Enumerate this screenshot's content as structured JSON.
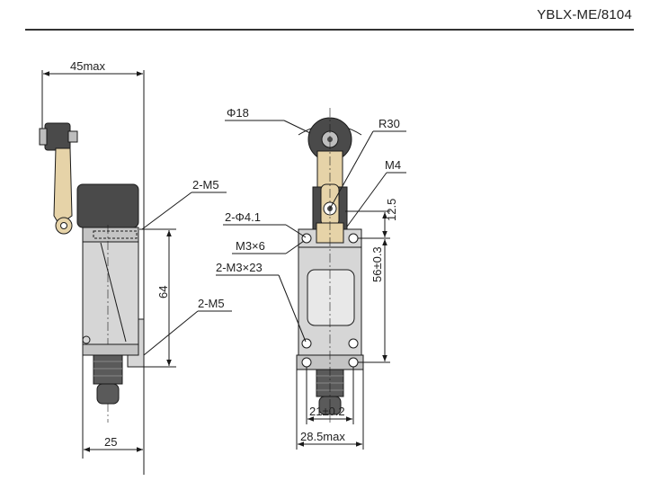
{
  "header": {
    "model_code": "YBLX-ME/8104"
  },
  "side_view": {
    "width_max": "45max",
    "label_m5_top": "2-M5",
    "label_m5_bottom": "2-M5",
    "height": "64",
    "base_width": "25"
  },
  "front_view": {
    "roller_diameter": "Φ18",
    "radius": "R30",
    "thread": "M4",
    "holes": "2-Φ4.1",
    "screw_m3x6": "M3×6",
    "screw_m3x23": "2-M3×23",
    "offset": "12.5",
    "hole_spacing_v": "56±0.3",
    "hole_spacing_h": "21±0.2",
    "width_max": "28.5max"
  },
  "colors": {
    "body": "#d6d6d6",
    "line": "#1a1a1a",
    "roller": "#4a4a4a",
    "arm": "#e6d3a8"
  }
}
